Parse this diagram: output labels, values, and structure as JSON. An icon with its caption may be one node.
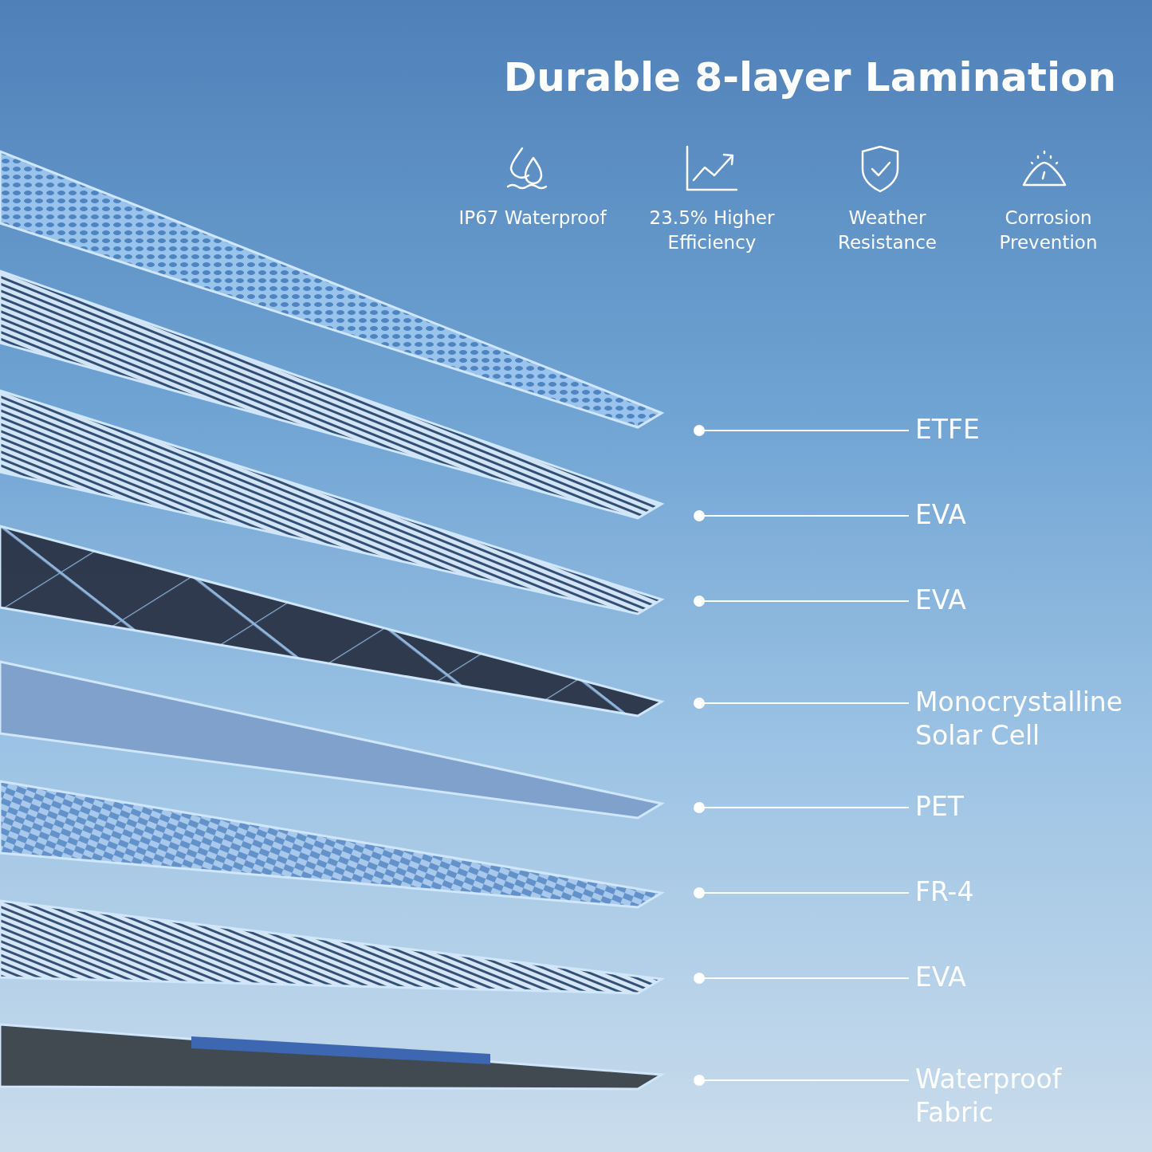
{
  "diagram": {
    "title": "Durable 8-layer Lamination",
    "nodes": [
      {
        "text": [],
        "shape": "sheet"
      },
      {
        "text": [],
        "shape": "sheet"
      },
      {
        "text": [],
        "shape": "sheet"
      },
      {
        "text": [],
        "shape": "sheet"
      },
      {
        "text": [],
        "shape": "sheet"
      },
      {
        "text": [],
        "shape": "sheet"
      },
      {
        "text": [],
        "shape": "sheet"
      },
      {
        "text": [],
        "shape": "sheet"
      },
      {
        "text": [
          "ETFE"
        ]
      },
      {
        "text": [
          "EVA"
        ]
      },
      {
        "text": [
          "EVA"
        ]
      },
      {
        "text": [
          "Monocrystalline Solar Cell"
        ]
      },
      {
        "text": [
          "PET"
        ]
      },
      {
        "text": [
          "FR-4"
        ]
      },
      {
        "text": [
          "EVA"
        ]
      },
      {
        "text": [
          "Waterproof Fabric"
        ]
      }
    ],
    "edges": [
      {
        "from": 8,
        "to": 0,
        "arrow": "other"
      },
      {
        "from": 9,
        "to": 1,
        "arrow": "other"
      },
      {
        "from": 10,
        "to": 2,
        "arrow": "other"
      },
      {
        "from": 11,
        "to": 3,
        "arrow": "other"
      },
      {
        "from": 12,
        "to": 4,
        "arrow": "other"
      },
      {
        "from": 13,
        "to": 5,
        "arrow": "other"
      },
      {
        "from": 14,
        "to": 6,
        "arrow": "other"
      },
      {
        "from": 15,
        "to": 7,
        "arrow": "other"
      }
    ],
    "labels": [
      "IP67 Waterproof",
      "23.5% Higher Efficiency",
      "Weather Resistance",
      "Corrosion Prevention"
    ]
  }
}
